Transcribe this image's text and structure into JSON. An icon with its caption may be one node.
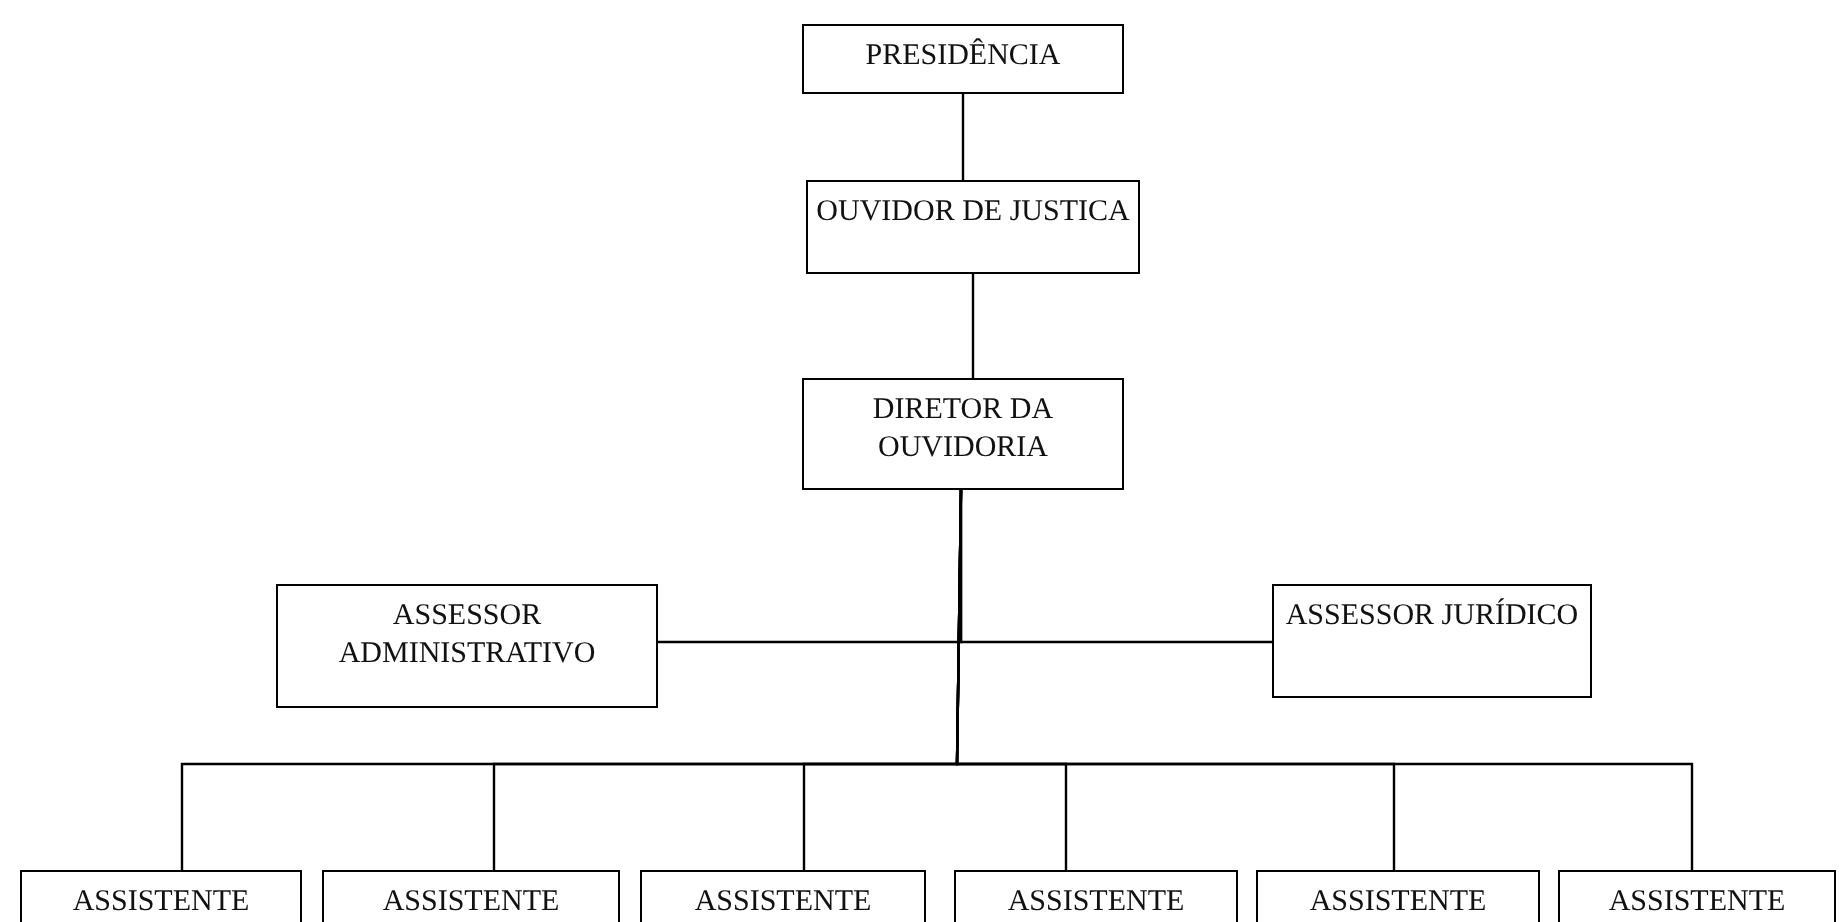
{
  "diagram": {
    "nodes": [
      {
        "text": [
          "PRESIDÊNCIA"
        ]
      },
      {
        "text": [
          "OUVIDOR DE JUSTICA"
        ]
      },
      {
        "text": [
          "DIRETOR DA OUVIDORIA"
        ]
      },
      {
        "text": [
          "ASSESSOR ADMINISTRATIVO"
        ]
      },
      {
        "text": [
          "ASSESSOR JURÍDICO"
        ]
      },
      {
        "text": [
          "ASSISTENTE"
        ]
      },
      {
        "text": [
          "ASSISTENTE"
        ]
      },
      {
        "text": [
          "ASSISTENTE"
        ]
      },
      {
        "text": [
          "ASSISTENTE"
        ]
      },
      {
        "text": [
          "ASSISTENTE"
        ]
      },
      {
        "text": [
          "ASSISTENTE"
        ]
      }
    ],
    "edges": [
      {
        "from": 0,
        "to": 1,
        "arrow": "none"
      },
      {
        "from": 1,
        "to": 2,
        "arrow": "none"
      },
      {
        "from": 2,
        "to": 3,
        "arrow": "none"
      },
      {
        "from": 2,
        "to": 4,
        "arrow": "none"
      },
      {
        "from": 2,
        "to": 5,
        "arrow": "none"
      },
      {
        "from": 2,
        "to": 6,
        "arrow": "none"
      },
      {
        "from": 2,
        "to": 7,
        "arrow": "none"
      },
      {
        "from": 2,
        "to": 8,
        "arrow": "none"
      },
      {
        "from": 2,
        "to": 9,
        "arrow": "none"
      },
      {
        "from": 2,
        "to": 10,
        "arrow": "none"
      }
    ]
  }
}
